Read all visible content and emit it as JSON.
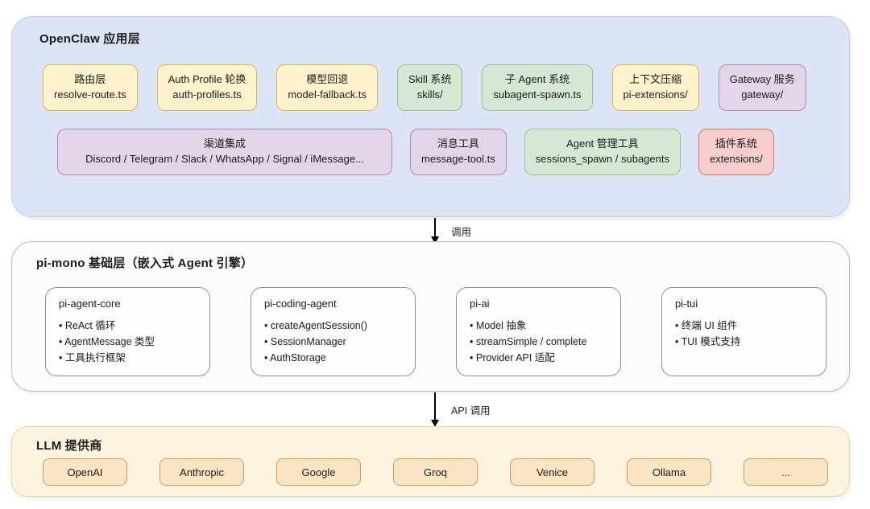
{
  "app": {
    "title": "OpenClaw 应用层",
    "row1": [
      {
        "line1": "路由层",
        "line2": "resolve-route.ts",
        "color": "yellow"
      },
      {
        "line1": "Auth Profile 轮换",
        "line2": "auth-profiles.ts",
        "color": "yellow"
      },
      {
        "line1": "模型回退",
        "line2": "model-fallback.ts",
        "color": "yellow"
      },
      {
        "line1": "Skill 系统",
        "line2": "skills/",
        "color": "green"
      },
      {
        "line1": "子 Agent 系统",
        "line2": "subagent-spawn.ts",
        "color": "green"
      },
      {
        "line1": "上下文压缩",
        "line2": "pi-extensions/",
        "color": "yellow"
      },
      {
        "line1": "Gateway 服务",
        "line2": "gateway/",
        "color": "purple"
      }
    ],
    "row2": [
      {
        "line1": "渠道集成",
        "line2": "Discord / Telegram / Slack / WhatsApp / Signal / iMessage...",
        "color": "purple",
        "wide": true
      },
      {
        "line1": "消息工具",
        "line2": "message-tool.ts",
        "color": "purple"
      },
      {
        "line1": "Agent 管理工具",
        "line2": "sessions_spawn / subagents",
        "color": "green"
      },
      {
        "line1": "插件系统",
        "line2": "extensions/",
        "color": "red"
      }
    ]
  },
  "arrows": {
    "call_label": "调用",
    "api_call_label": "API 调用"
  },
  "mono": {
    "title": "pi-mono 基础层（嵌入式 Agent 引擎）",
    "cards": [
      {
        "title": "pi-agent-core",
        "items": [
          "ReAct 循环",
          "AgentMessage 类型",
          "工具执行框架"
        ]
      },
      {
        "title": "pi-coding-agent",
        "items": [
          "createAgentSession()",
          "SessionManager",
          "AuthStorage"
        ]
      },
      {
        "title": "pi-ai",
        "items": [
          "Model 抽象",
          "streamSimple / complete",
          "Provider API 适配"
        ]
      },
      {
        "title": "pi-tui",
        "items": [
          "终端 UI 组件",
          "TUI 模式支持"
        ]
      }
    ]
  },
  "llm": {
    "title": "LLM 提供商",
    "providers": [
      "OpenAI",
      "Anthropic",
      "Google",
      "Groq",
      "Venice",
      "Ollama",
      "..."
    ]
  },
  "colors": {
    "app_layer_bg": "#dce4f6",
    "mono_layer_bg": "#fcfcfc",
    "llm_layer_bg": "#fdf4e0",
    "yellow_box": "#fff2cc",
    "green_box": "#d5e8d4",
    "purple_box": "#e1d5e7",
    "red_box": "#f8cecc",
    "provider_box": "#fbe4c4"
  }
}
